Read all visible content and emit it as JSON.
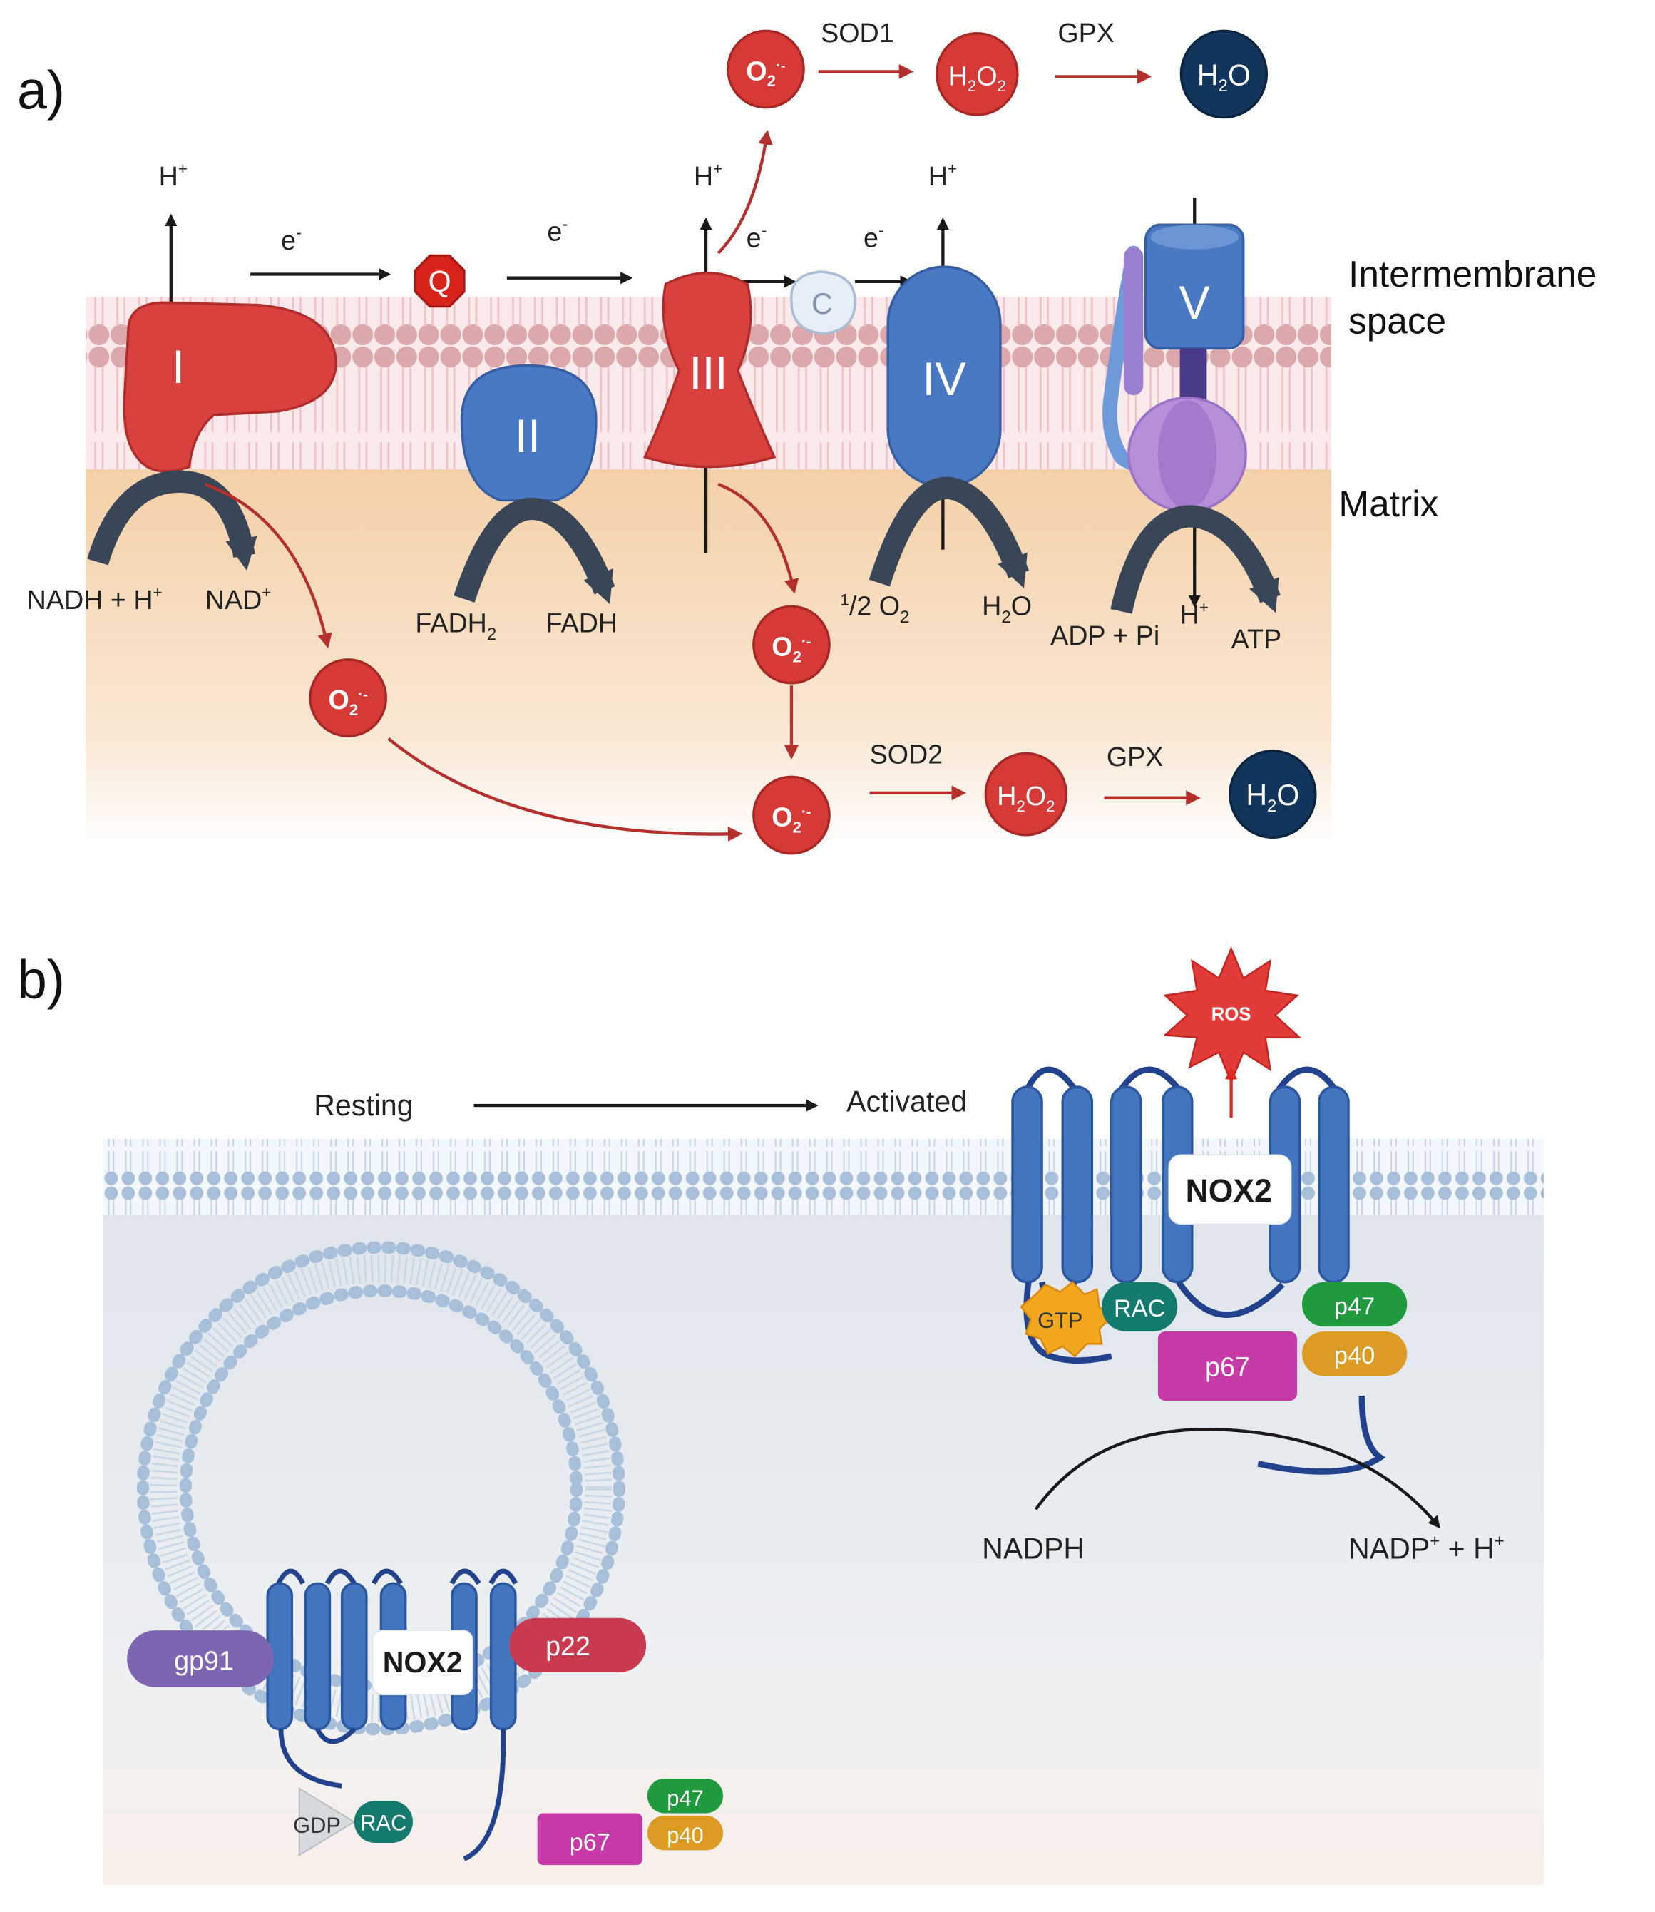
{
  "panel_a": {
    "label": "a)",
    "compartments": {
      "intermembrane_line1": "Intermembrane",
      "intermembrane_line2": "space",
      "matrix": "Matrix"
    },
    "complexes": {
      "c1": "I",
      "c2": "II",
      "c3": "III",
      "c4": "IV",
      "c5": "V",
      "q": "Q",
      "c": "C"
    },
    "electron": {
      "base": "e",
      "sup": "-"
    },
    "proton": {
      "base": "H",
      "sup": "+"
    },
    "superoxide": {
      "base": "O",
      "sub": "2",
      "sup": "·-"
    },
    "peroxide": {
      "base1": "H",
      "sub1": "2",
      "base2": "O",
      "sub2": "2"
    },
    "water": {
      "base1": "H",
      "sub1": "2",
      "base2": "O"
    },
    "enzymes": {
      "sod1": "SOD1",
      "sod2": "SOD2",
      "gpx": "GPX"
    },
    "substrates": {
      "nadh": "NADH + H",
      "nad": "NAD",
      "fadh2_base": "FADH",
      "fadh2_sub": "2",
      "fadh": "FADH",
      "half_num": "1",
      "half_den": "/2 O",
      "half_sub": "2",
      "water_out": "H",
      "water_out_sub": "2",
      "water_out_o": "O",
      "adp": "ADP + Pi",
      "atp": "ATP"
    }
  },
  "panel_b": {
    "label": "b)",
    "resting": "Resting",
    "activated": "Activated",
    "nox2": "NOX2",
    "ros": "ROS",
    "proteins": {
      "gp91": "gp91",
      "p22": "p22",
      "p67": "p67",
      "p47": "p47",
      "p40": "p40",
      "rac": "RAC",
      "gdp": "GDP",
      "gtp": "GTP"
    },
    "nadph": "NADPH",
    "nadp_base": "NADP",
    "nadp_tail": " + H"
  },
  "colors": {
    "complex_red": "#d9413f",
    "complex_blue": "#4a79c4",
    "nox_blue": "#4476c0",
    "superoxide_red": "#d63a37",
    "water_navy": "#12355b",
    "arrow_red": "#b3302c",
    "membrane_pink": "#e3b4b7",
    "matrix_peach": "#f6d9b5",
    "membrane_blue": "#a8bfd8",
    "atp_purple": "#a77ac9",
    "p67_magenta": "#c63aa7",
    "p47_green": "#1f9b3e",
    "p40_orange": "#dc9b22",
    "rac_teal": "#157a6e",
    "gp91_purple": "#7d65b2",
    "p22_crimson": "#c93a51",
    "gtp_yellow": "#f3a71f"
  }
}
